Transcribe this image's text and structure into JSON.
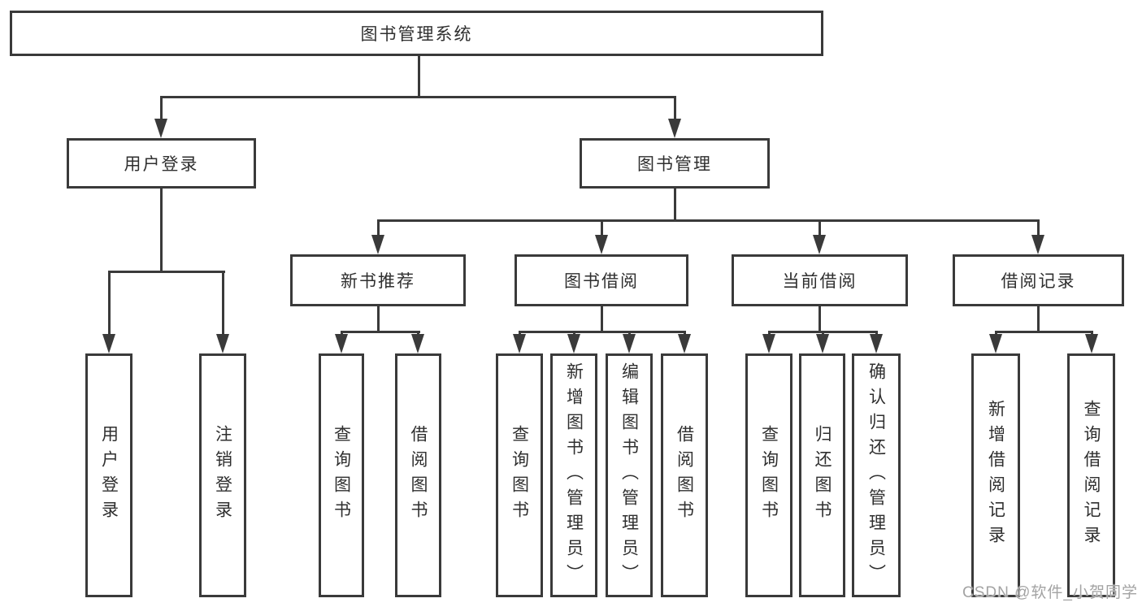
{
  "colors": {
    "line": "#3a3a3a",
    "text": "#2f2f2f",
    "box_fill": "#ffffff",
    "watermark": "#a3a3a3"
  },
  "diagram": {
    "root": {
      "label": "图书管理系统"
    },
    "level2": {
      "user_login": {
        "label": "用户登录"
      },
      "book_management": {
        "label": "图书管理"
      }
    },
    "level3": {
      "new_book_recommend": {
        "label": "新书推荐"
      },
      "book_borrow": {
        "label": "图书借阅"
      },
      "current_borrow": {
        "label": "当前借阅"
      },
      "borrow_records": {
        "label": "借阅记录"
      }
    },
    "leaves": {
      "user_login": [
        "用户登录",
        "注销登录"
      ],
      "new_book_recommend": [
        "查询图书",
        "借阅图书"
      ],
      "book_borrow": [
        "查询图书",
        "新增图书（管理员）",
        "编辑图书（管理员）",
        "借阅图书"
      ],
      "current_borrow": [
        "查询图书",
        "归还图书",
        "确认归还（管理员）"
      ],
      "borrow_records": [
        "新增借阅记录",
        "查询借阅记录"
      ]
    }
  },
  "watermark": {
    "text": "CSDN @软件_小贺同学"
  }
}
